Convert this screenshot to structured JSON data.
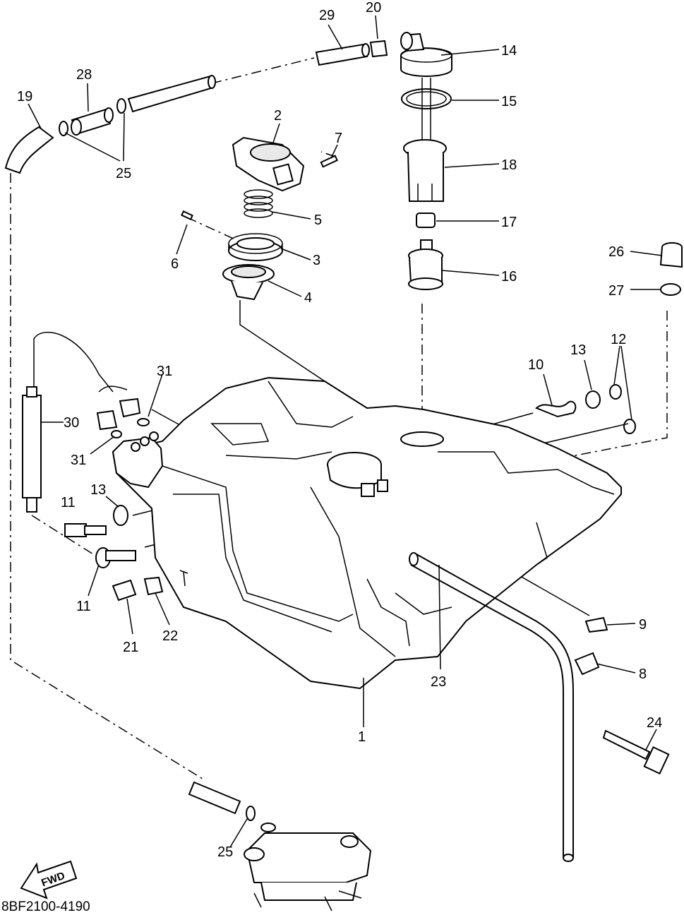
{
  "diagram": {
    "callouts": [
      {
        "id": "c1",
        "label": "1"
      },
      {
        "id": "c2",
        "label": "2"
      },
      {
        "id": "c3",
        "label": "3"
      },
      {
        "id": "c4",
        "label": "4"
      },
      {
        "id": "c5",
        "label": "5"
      },
      {
        "id": "c6",
        "label": "6"
      },
      {
        "id": "c7",
        "label": "7"
      },
      {
        "id": "c8",
        "label": "8"
      },
      {
        "id": "c9",
        "label": "9"
      },
      {
        "id": "c10",
        "label": "10"
      },
      {
        "id": "c11a",
        "label": "11"
      },
      {
        "id": "c11b",
        "label": "11"
      },
      {
        "id": "c12",
        "label": "12"
      },
      {
        "id": "c13a",
        "label": "13"
      },
      {
        "id": "c13b",
        "label": "13"
      },
      {
        "id": "c14",
        "label": "14"
      },
      {
        "id": "c15",
        "label": "15"
      },
      {
        "id": "c16",
        "label": "16"
      },
      {
        "id": "c17",
        "label": "17"
      },
      {
        "id": "c18",
        "label": "18"
      },
      {
        "id": "c19",
        "label": "19"
      },
      {
        "id": "c20",
        "label": "20"
      },
      {
        "id": "c21",
        "label": "21"
      },
      {
        "id": "c22",
        "label": "22"
      },
      {
        "id": "c23",
        "label": "23"
      },
      {
        "id": "c24",
        "label": "24"
      },
      {
        "id": "c25a",
        "label": "25"
      },
      {
        "id": "c25b",
        "label": "25"
      },
      {
        "id": "c26",
        "label": "26"
      },
      {
        "id": "c27",
        "label": "27"
      },
      {
        "id": "c28",
        "label": "28"
      },
      {
        "id": "c29",
        "label": "29"
      },
      {
        "id": "c30",
        "label": "30"
      },
      {
        "id": "c31a",
        "label": "31"
      },
      {
        "id": "c31b",
        "label": "31"
      }
    ],
    "fwd_label": "FWD",
    "drawing_code": "8BF2100-4190"
  }
}
